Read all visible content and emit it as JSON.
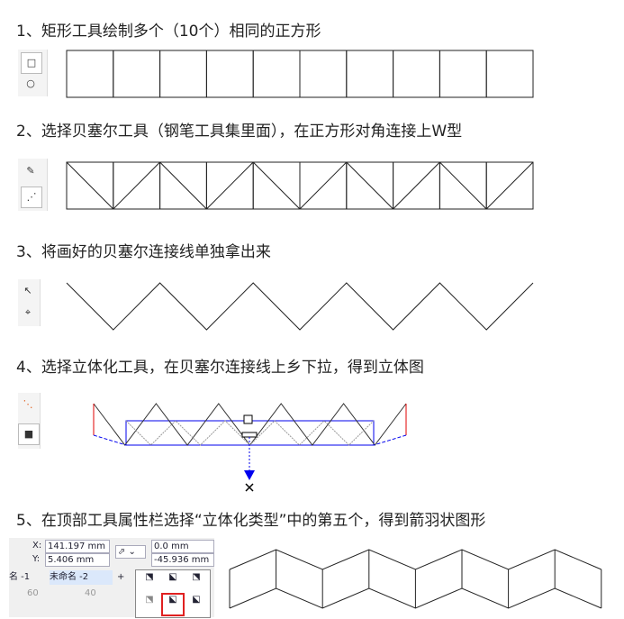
{
  "steps": [
    {
      "title": "1、矩形工具绘制多个（10个）相同的正方形"
    },
    {
      "title": "2、选择贝塞尔工具（钢笔工具集里面），在正方形对角连接上W型"
    },
    {
      "title": "3、将画好的贝塞尔连接线单独拿出来"
    },
    {
      "title": "4、选择立体化工具，在贝塞尔连接线上乡下拉，得到立体图"
    },
    {
      "title": "5、在顶部工具属性栏选择“立体化类型”中的第五个，得到箭羽状图形"
    }
  ],
  "toolbar": {
    "x_label": "X:",
    "x_value": "141.197 mm",
    "y_label": "Y:",
    "y_value": "5.406 mm",
    "depth1": "0.0 mm",
    "depth2": "-45.936 mm",
    "tab1": "名 -1",
    "tab2": "未命名 -2",
    "tab_add": "+",
    "ruler1": "60",
    "ruler2": "40",
    "selected_type": 5
  },
  "colors": {
    "highlight": "#e02020",
    "guide": "#0000ee",
    "accent_red": "#e00000"
  }
}
